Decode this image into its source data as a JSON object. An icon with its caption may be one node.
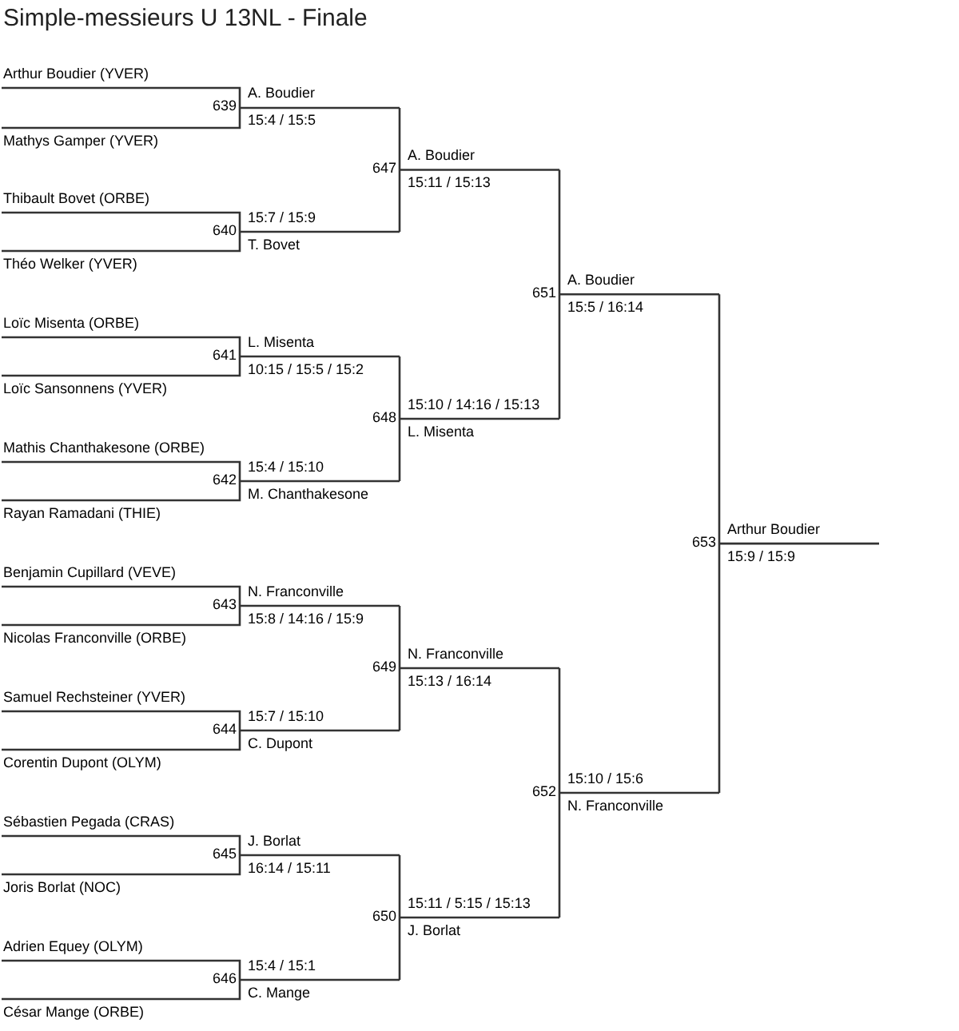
{
  "diagram": {
    "title": "Simple-messieurs U 13NL - Finale",
    "labels": [
      "Arthur Boudier (YVER)",
      "639",
      "A. Boudier",
      "15:4 / 15:5",
      "Mathys Gamper (YVER)",
      "A. Boudier",
      "647",
      "15:11 / 15:13",
      "Thibault Bovet (ORBE)",
      "15:7 / 15:9",
      "640",
      "T. Bovet",
      "Théo Welker (YVER)",
      "A. Boudier",
      "651",
      "15:5 / 16:14",
      "Loïc Misenta (ORBE)",
      "L. Misenta",
      "641",
      "10:15 / 15:5 / 15:2",
      "Loïc Sansonnens (YVER)",
      "15:10 / 14:16 / 15:13",
      "648",
      "L. Misenta",
      "Mathis Chanthakesone (ORBE)",
      "15:4 / 15:10",
      "642",
      "M. Chanthakesone",
      "Rayan Ramadani (THIE)",
      "Arthur Boudier",
      "653",
      "15:9 / 15:9",
      "Benjamin Cupillard (VEVE)",
      "N. Franconville",
      "643",
      "15:8 / 14:16 / 15:9",
      "Nicolas Franconville (ORBE)",
      "N. Franconville",
      "649",
      "15:13 / 16:14",
      "Samuel Rechsteiner (YVER)",
      "15:7 / 15:10",
      "644",
      "C. Dupont",
      "Corentin Dupont (OLYM)",
      "15:10 / 15:6",
      "652",
      "N. Franconville",
      "Sébastien Pegada (CRAS)",
      "J. Borlat",
      "645",
      "16:14 / 15:11",
      "Joris Borlat (NOC)",
      "15:11 / 5:15 / 15:13",
      "650",
      "J. Borlat",
      "Adrien Equey (OLYM)",
      "15:4 / 15:1",
      "646",
      "C. Mange",
      "César Mange (ORBE)"
    ]
  }
}
